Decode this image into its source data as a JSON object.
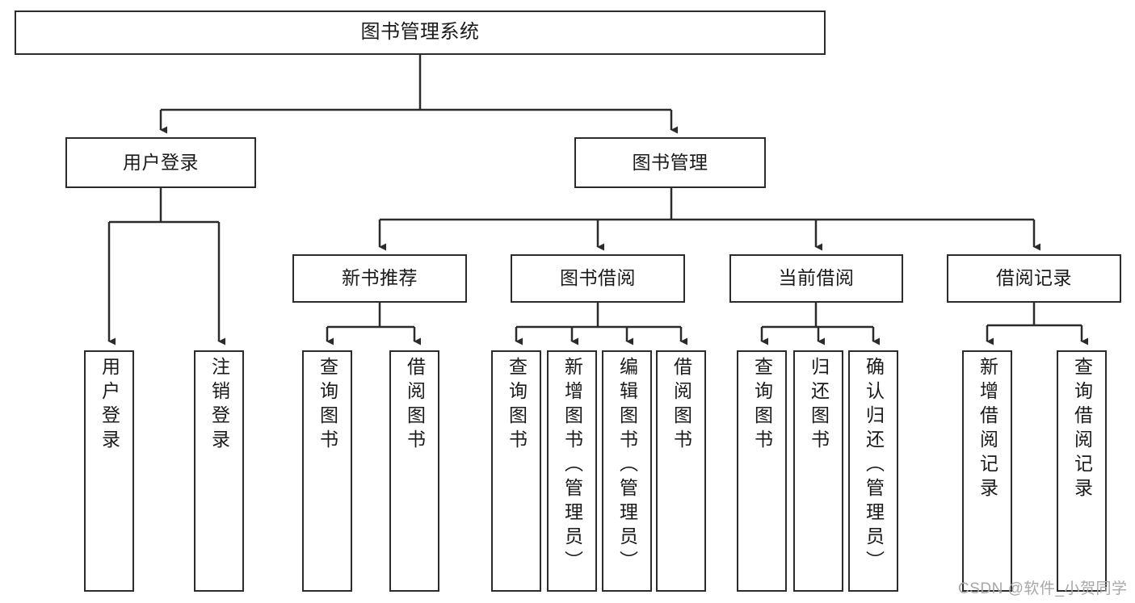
{
  "diagram": {
    "title": "图书管理系统",
    "type": "hierarchy-tree",
    "root": {
      "id": "root",
      "label": "图书管理系统"
    },
    "level2": [
      {
        "id": "user-login",
        "label": "用户登录"
      },
      {
        "id": "book-management",
        "label": "图书管理"
      }
    ],
    "level3": [
      {
        "id": "new-book-recommend",
        "label": "新书推荐",
        "parent": "book-management"
      },
      {
        "id": "book-borrow",
        "label": "图书借阅",
        "parent": "book-management"
      },
      {
        "id": "current-borrow",
        "label": "当前借阅",
        "parent": "book-management"
      },
      {
        "id": "borrow-record",
        "label": "借阅记录",
        "parent": "book-management"
      }
    ],
    "leaves": [
      {
        "id": "leaf-user-login",
        "label": "用户登录",
        "parent": "user-login"
      },
      {
        "id": "leaf-logout-login",
        "label": "注销登录",
        "parent": "user-login"
      },
      {
        "id": "leaf-query-book-1",
        "label": "查询图书",
        "parent": "new-book-recommend"
      },
      {
        "id": "leaf-borrow-book-1",
        "label": "借阅图书",
        "parent": "new-book-recommend"
      },
      {
        "id": "leaf-query-book-2",
        "label": "查询图书",
        "parent": "book-borrow"
      },
      {
        "id": "leaf-add-book",
        "label": "新增图书（管理员）",
        "parent": "book-borrow"
      },
      {
        "id": "leaf-edit-book",
        "label": "编辑图书（管理员）",
        "parent": "book-borrow"
      },
      {
        "id": "leaf-borrow-book-2",
        "label": "借阅图书",
        "parent": "book-borrow"
      },
      {
        "id": "leaf-query-book-3",
        "label": "查询图书",
        "parent": "current-borrow"
      },
      {
        "id": "leaf-return-book",
        "label": "归还图书",
        "parent": "current-borrow"
      },
      {
        "id": "leaf-confirm-return",
        "label": "确认归还（管理员）",
        "parent": "current-borrow"
      },
      {
        "id": "leaf-add-record",
        "label": "新增借阅记录",
        "parent": "borrow-record"
      },
      {
        "id": "leaf-query-record",
        "label": "查询借阅记录",
        "parent": "borrow-record"
      }
    ],
    "colors": {
      "stroke": "#2b2b2b",
      "fill": "#ffffff",
      "text": "#1a1a1a",
      "watermark": "#a8a8a8"
    }
  },
  "watermark": {
    "text": "CSDN @软件_小贺同学"
  }
}
